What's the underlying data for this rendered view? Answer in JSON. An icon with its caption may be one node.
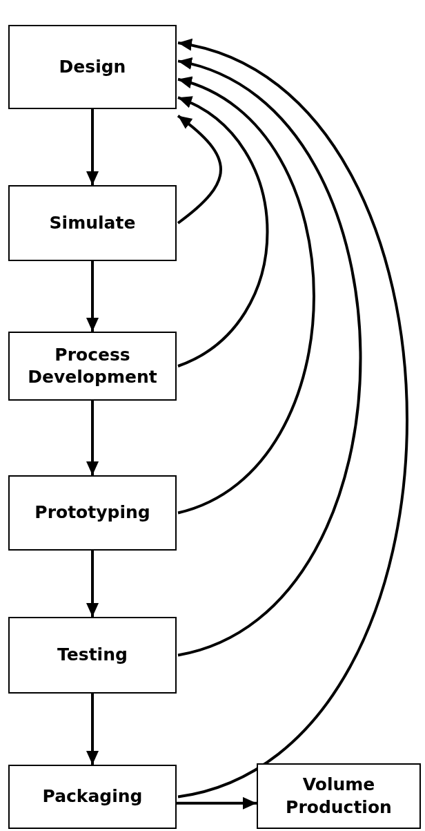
{
  "diagram": {
    "nodes": [
      {
        "text": [
          "Design"
        ]
      },
      {
        "text": [
          "Simulate"
        ]
      },
      {
        "text": [
          "Process Development"
        ]
      },
      {
        "text": [
          "Prototyping"
        ]
      },
      {
        "text": [
          "Testing"
        ]
      },
      {
        "text": [
          "Packaging"
        ]
      },
      {
        "text": [
          "Volume Production"
        ]
      }
    ],
    "edges": [
      {
        "from": 0,
        "to": 1,
        "arrow": "to"
      },
      {
        "from": 1,
        "to": 2,
        "arrow": "to"
      },
      {
        "from": 2,
        "to": 3,
        "arrow": "to"
      },
      {
        "from": 3,
        "to": 4,
        "arrow": "to"
      },
      {
        "from": 4,
        "to": 5,
        "arrow": "to"
      },
      {
        "from": 5,
        "to": 6,
        "arrow": "to"
      },
      {
        "from": 1,
        "to": 0,
        "arrow": "to"
      },
      {
        "from": 2,
        "to": 0,
        "arrow": "to"
      },
      {
        "from": 3,
        "to": 0,
        "arrow": "to"
      },
      {
        "from": 4,
        "to": 0,
        "arrow": "to"
      },
      {
        "from": 5,
        "to": 0,
        "arrow": "to"
      }
    ]
  }
}
